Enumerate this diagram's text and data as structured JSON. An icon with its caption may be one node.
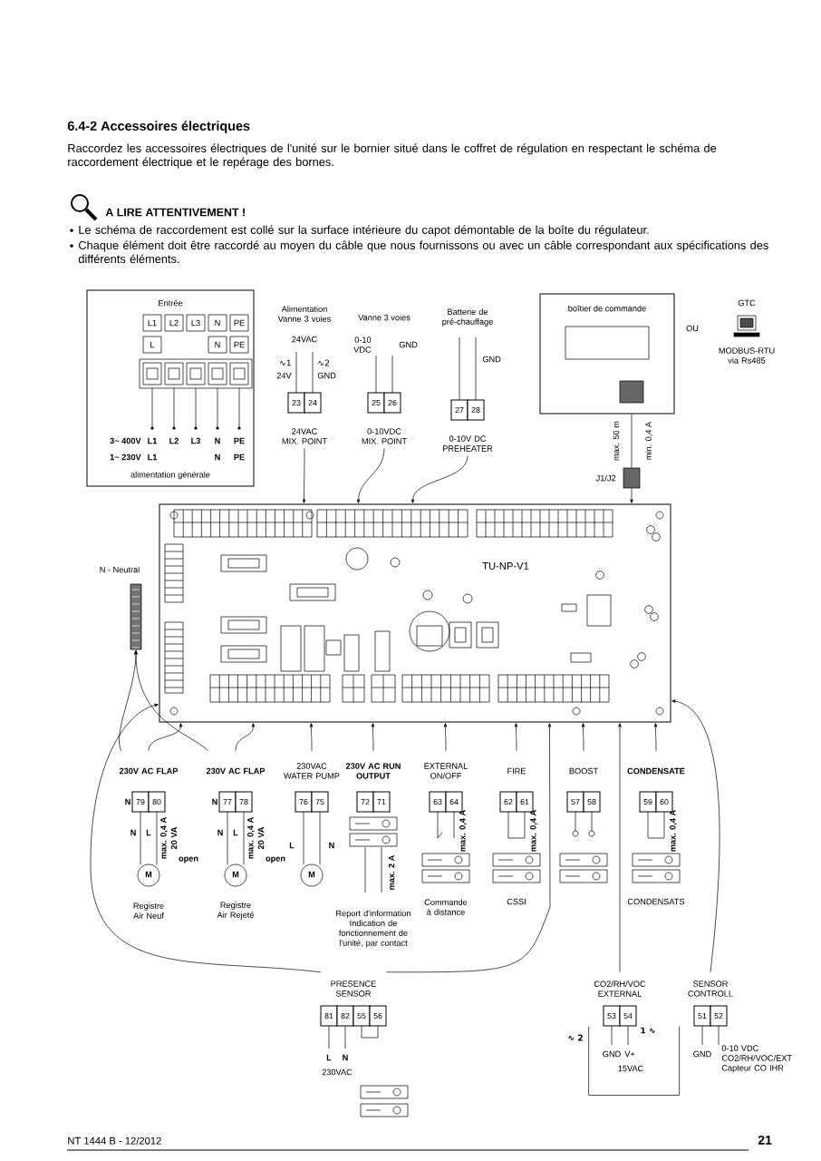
{
  "diagram": {
    "title": "6.4-2 Accessoires électriques",
    "nodes": [
      {
        "text": [
          "Entrée",
          "alimentation générale"
        ]
      },
      {
        "text": [
          "23",
          "24",
          "24VAC MIX. POINT"
        ]
      },
      {
        "text": [
          "25",
          "26",
          "0-10VDC MIX. POINT"
        ]
      },
      {
        "text": [
          "27",
          "28",
          "0-10V DC PREHEATER"
        ]
      },
      {
        "text": [
          "boîtier de commande"
        ]
      },
      {
        "text": [],
        "shape": "box",
        "beside": [
          "J1/J2"
        ]
      },
      {
        "text": [
          "TU-NP-V1"
        ]
      },
      {
        "text": [],
        "shape": "bar",
        "beside": [
          "N - Neutral"
        ]
      },
      {
        "text": [
          "230V AC FLAP",
          "79",
          "80"
        ]
      },
      {
        "text": [
          "230V AC FLAP",
          "77",
          "78"
        ]
      },
      {
        "text": [
          "230VAC WATER PUMP",
          "76",
          "75"
        ]
      },
      {
        "text": [
          "230V AC RUN OUTPUT",
          "72",
          "71"
        ]
      },
      {
        "text": [
          "EXTERNAL ON/OFF",
          "63",
          "64"
        ]
      },
      {
        "text": [
          "FIRE",
          "62",
          "61"
        ]
      },
      {
        "text": [
          "BOOST",
          "57",
          "58"
        ]
      },
      {
        "text": [
          "CONDENSATE",
          "59",
          "60"
        ]
      },
      {
        "text": [
          "PRESENCE SENSOR",
          "81",
          "82",
          "55",
          "56"
        ]
      },
      {
        "text": [
          "CO2/RH/VOC EXTERNAL",
          "53",
          "54"
        ]
      },
      {
        "text": [
          "SENSOR CONTROLL",
          "51",
          "52"
        ]
      }
    ],
    "edges": [
      {
        "from": 1,
        "to": 6,
        "arrow": "to"
      },
      {
        "from": 2,
        "to": 6,
        "arrow": "to"
      },
      {
        "from": 3,
        "to": 6,
        "arrow": "to"
      },
      {
        "from": 4,
        "to": 5,
        "arrow": "none"
      },
      {
        "from": 5,
        "to": 6,
        "arrow": "to"
      },
      {
        "from": 8,
        "to": 7,
        "arrow": "to"
      },
      {
        "from": 9,
        "to": 7,
        "arrow": "to"
      },
      {
        "from": 8,
        "to": 6,
        "arrow": "to"
      },
      {
        "from": 9,
        "to": 6,
        "arrow": "to"
      },
      {
        "from": 10,
        "to": 6,
        "arrow": "to"
      },
      {
        "from": 11,
        "to": 6,
        "arrow": "to"
      },
      {
        "from": 12,
        "to": 6,
        "arrow": "to"
      },
      {
        "from": 13,
        "to": 6,
        "arrow": "to"
      },
      {
        "from": 14,
        "to": 6,
        "arrow": "to"
      },
      {
        "from": 15,
        "to": 6,
        "arrow": "to"
      },
      {
        "from": 16,
        "to": 6,
        "arrow": "to"
      },
      {
        "from": 16,
        "to": 6,
        "arrow": "to"
      },
      {
        "from": 17,
        "to": 6,
        "arrow": "to"
      },
      {
        "from": 18,
        "to": 6,
        "arrow": "to"
      },
      {
        "from": 17,
        "to": 18,
        "arrow": "none"
      }
    ],
    "labels": [
      "Raccordez les accessoires électriques de l'unité sur le bornier situé dans le coffret de régulation en respectant le schéma de raccordement électrique et le repérage des bornes.",
      "A LIRE ATTENTIVEMENT !",
      "Le schéma de raccordement est collé sur la surface intérieure du capot démontable de la boîte du régulateur.",
      "Chaque élément doit être raccordé au moyen du câble que nous fournissons ou avec un câble correspondant aux spécifications des différents éléments.",
      "L1",
      "L2",
      "L3",
      "N",
      "PE",
      "L",
      "N",
      "PE",
      "3~ 400V",
      "L1",
      "L2",
      "L3",
      "N",
      "PE",
      "1~ 230V",
      "L1",
      "N",
      "PE",
      "Alimentation Vanne 3 voies",
      "24VAC",
      "∿1",
      "24V",
      "∿2",
      "GND",
      "Vanne 3 voies",
      "0-10 VDC",
      "GND",
      "Batterie de pré-chauffage",
      "GND",
      "OU",
      "GTC",
      "MODBUS-RTU via Rs485",
      "max. 50 m",
      "min. 0,4 A",
      "N",
      "N",
      "L",
      "max. 0,4 A",
      "20 VA",
      "open",
      "M",
      "N",
      "N",
      "L",
      "max. 0,4 A",
      "20 VA",
      "open",
      "M",
      "L",
      "N",
      "M",
      "max. 2 A",
      "max. 0,4 A",
      "max. 0,4 A",
      "max. 0,4 A",
      "Registre Air Neuf",
      "Registre Air Rejeté",
      "Report d'information Indication de fonctionnement de l'unité, par contact",
      "Commande à distance",
      "CSSI",
      "CONDENSATS",
      "L",
      "N",
      "230VAC",
      "∿ 2",
      "1 ∿",
      "GND",
      "V+",
      "15VAC",
      "GND",
      "0-10 VDC CO2/RH/VOC/EXT Capteur CO IHR",
      "NT 1444 B - 12/2012",
      "21"
    ]
  }
}
